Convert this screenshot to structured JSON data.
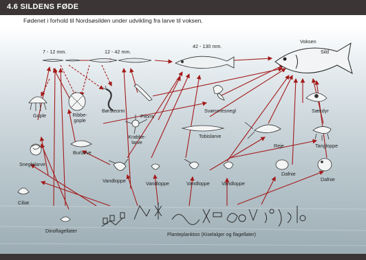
{
  "header": {
    "section_title": "4.6 SILDENS FØDE",
    "subtitle": "Fødenet i forhold til Nordsøsilden under udvikling fra larve til voksen."
  },
  "stages": {
    "larva_small": "7 - 12 mm.",
    "larva_medium": "12 - 42 mm.",
    "juvenile": "42 - 130 mm.",
    "adult": "Voksen",
    "adult_name": "Sild"
  },
  "organisms": {
    "gople": "Gople",
    "ribbegople_1": "Ribbe-",
    "ribbegople_2": "gople",
    "borsteorm": "Børsteorm",
    "pilorm": "Pilorm",
    "svommesnegl": "Svømmesnegl",
    "saekdyr": "Sækdyr",
    "sneglelarve": "Sneglelarve",
    "burlarve": "Burlarve",
    "krabbelarve_1": "Krabbe-",
    "krabbelarve_2": "larve",
    "tobislarve": "Tobislarve",
    "reje": "Reje",
    "tangloppe": "Tangloppe",
    "cilliat": "Ciliat",
    "vandloppe_1": "Vandloppe",
    "vandloppe_2": "Vandloppe",
    "vandloppe_3": "Vandloppe",
    "vandloppe_4": "Vandloppe",
    "dafnie_1": "Dafnie",
    "dafnie_2": "Dafnie",
    "dinoflagellater": "Dinoflagellater",
    "planteplankton": "Planteplankton (Kiselalger og flagellater)"
  },
  "colors": {
    "arrow_red": "#a31a1a",
    "header_bg": "#3b3535"
  }
}
